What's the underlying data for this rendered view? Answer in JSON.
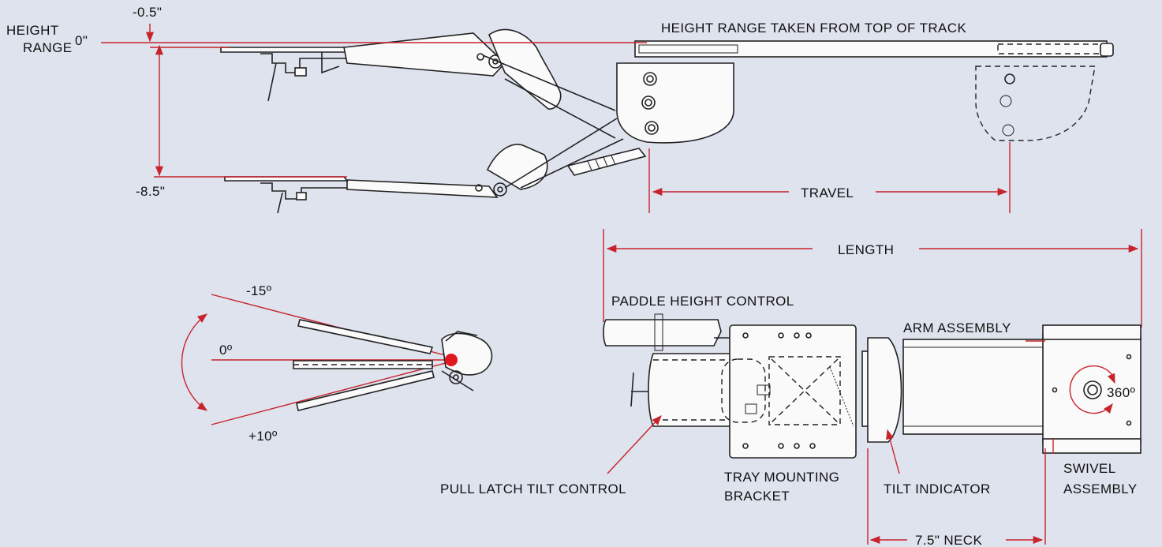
{
  "colors": {
    "background": "#dee3ee",
    "dimension_red": "#c8232c",
    "line_ink": "#222222"
  },
  "labels": {
    "minus_half": "-0.5\"",
    "height": "HEIGHT",
    "range": "RANGE",
    "zero_in": "0\"",
    "minus_eight_half": "-8.5\"",
    "height_range_note": "HEIGHT RANGE TAKEN FROM TOP OF TRACK",
    "travel": "TRAVEL",
    "length": "LENGTH",
    "minus_15": "-15º",
    "zero_deg": "0º",
    "plus_10": "+10º",
    "paddle_height_control": "PADDLE HEIGHT CONTROL",
    "arm_assembly": "ARM ASSEMBLY",
    "deg_360": "360º",
    "swivel": "SWIVEL",
    "assembly": "ASSEMBLY",
    "pull_latch_tilt_control": "PULL LATCH TILT CONTROL",
    "tray_mounting": "TRAY MOUNTING",
    "bracket": "BRACKET",
    "tilt_indicator": "TILT INDICATOR",
    "neck": "7.5\" NECK"
  }
}
